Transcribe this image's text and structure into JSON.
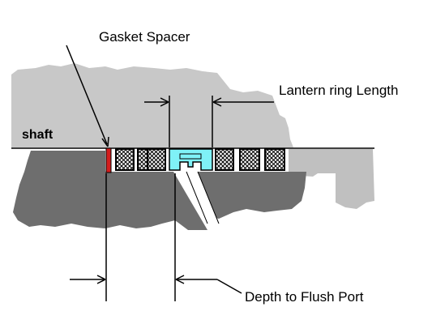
{
  "labels": {
    "gasket_spacer": "Gasket Spacer",
    "lantern_ring_length": "Lantern ring Length",
    "shaft": "shaft",
    "depth_to_flush_port": "Depth to Flush Port"
  },
  "colors": {
    "background": "#ffffff",
    "shaft_gray": "#c8c8c8",
    "housing_gray": "#6e6e6e",
    "gland_gray": "#c0c0c0",
    "gasket_red": "#d41d1d",
    "lantern_ring_cyan": "#7ff1f7",
    "packing_fill": "#ffffff",
    "packing_hatch": "#000000",
    "line": "#000000"
  },
  "packing_rings": {
    "left_count": 3,
    "right_count": 3
  }
}
